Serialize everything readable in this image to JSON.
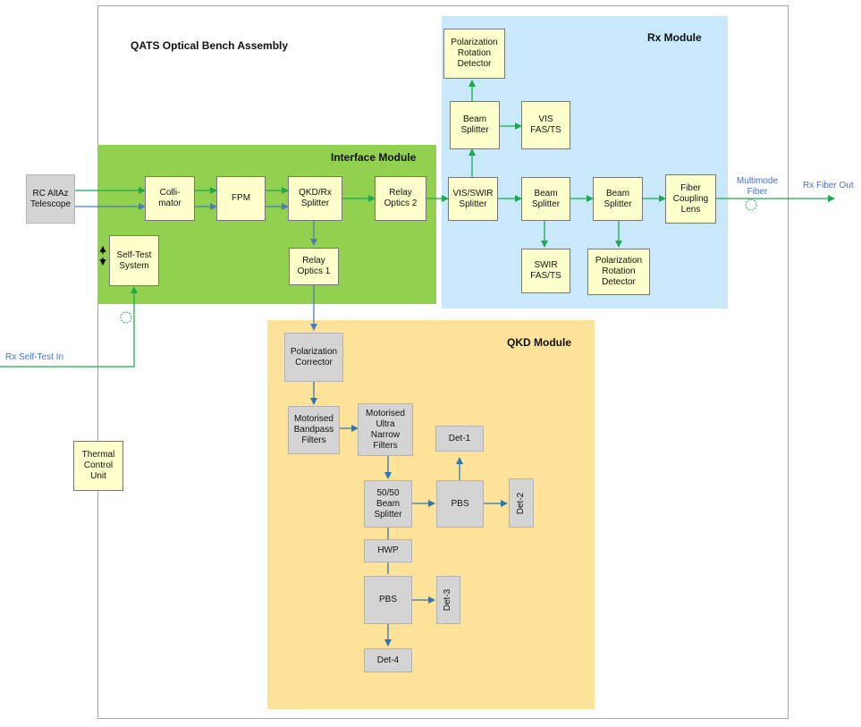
{
  "title": "QATS Optical Bench Assembly",
  "colors": {
    "green_line": "#1daa4f",
    "blue_line": "#4a7ebb",
    "dark_blue_line": "#2e75b6",
    "interface_bg": "#92d050",
    "rx_bg": "#c9e9fb",
    "qkd_bg": "#fde39a",
    "label_blue": "#4472c4"
  },
  "modules": {
    "rx": "Rx Module",
    "interface": "Interface Module",
    "qkd": "QKD Module"
  },
  "blocks": {
    "telescope": "RC AltAz\nTelescope",
    "collimator": "Colli-\nmator",
    "fpm": "FPM",
    "qkd_rx_splitter": "QKD/Rx\nSplitter",
    "relay_optics_2": "Relay\nOptics 2",
    "relay_optics_1": "Relay\nOptics 1",
    "self_test": "Self-Test\nSystem",
    "vis_swir_splitter": "VIS/SWIR\nSplitter",
    "beam_splitter_top": "Beam\nSplitter",
    "vis_fas_ts": "VIS\nFAS/TS",
    "pol_rot_det_top": "Polarization\nRotation\nDetector",
    "beam_splitter_mid": "Beam\nSplitter",
    "swir_fas_ts": "SWIR\nFAS/TS",
    "beam_splitter_right": "Beam\nSplitter",
    "pol_rot_det_bottom": "Polarization\nRotation\nDetector",
    "fiber_coupling_lens": "Fiber\nCoupling\nLens",
    "pol_corrector": "Polarization\nCorrector",
    "bandpass_filters": "Motorised\nBandpass\nFilters",
    "ultra_narrow_filters": "Motorised\nUltra\nNarrow\nFilters",
    "beam_splitter_5050": "50/50\nBeam\nSplitter",
    "pbs_1": "PBS",
    "det_1": "Det-1",
    "det_2": "Det-2",
    "hwp": "HWP",
    "pbs_2": "PBS",
    "det_3": "Det-3",
    "det_4": "Det-4",
    "thermal_control": "Thermal\nControl\nUnit"
  },
  "labels": {
    "multimode_fiber": "Multimode\nFiber",
    "rx_fiber_out": "Rx Fiber Out",
    "rx_self_test_in": "Rx Self-Test In"
  }
}
